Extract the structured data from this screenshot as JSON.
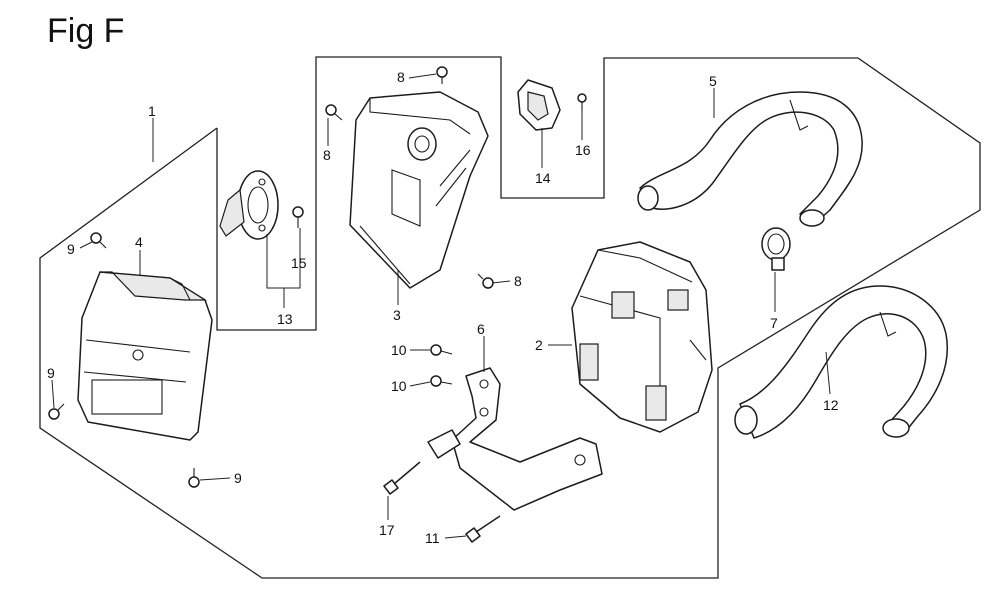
{
  "figure": {
    "title": "Fig F"
  },
  "callouts": [
    {
      "id": "c1",
      "text": "1"
    },
    {
      "id": "c2",
      "text": "2"
    },
    {
      "id": "c3",
      "text": "3"
    },
    {
      "id": "c4",
      "text": "4"
    },
    {
      "id": "c5",
      "text": "5"
    },
    {
      "id": "c6",
      "text": "6"
    },
    {
      "id": "c7",
      "text": "7"
    },
    {
      "id": "c8a",
      "text": "8"
    },
    {
      "id": "c8b",
      "text": "8"
    },
    {
      "id": "c8c",
      "text": "8"
    },
    {
      "id": "c9a",
      "text": "9"
    },
    {
      "id": "c9b",
      "text": "9"
    },
    {
      "id": "c9c",
      "text": "9"
    },
    {
      "id": "c10a",
      "text": "10"
    },
    {
      "id": "c10b",
      "text": "10"
    },
    {
      "id": "c11",
      "text": "11"
    },
    {
      "id": "c12",
      "text": "12"
    },
    {
      "id": "c13",
      "text": "13"
    },
    {
      "id": "c14",
      "text": "14"
    },
    {
      "id": "c15",
      "text": "15"
    },
    {
      "id": "c16",
      "text": "16"
    },
    {
      "id": "c17",
      "text": "17"
    }
  ]
}
